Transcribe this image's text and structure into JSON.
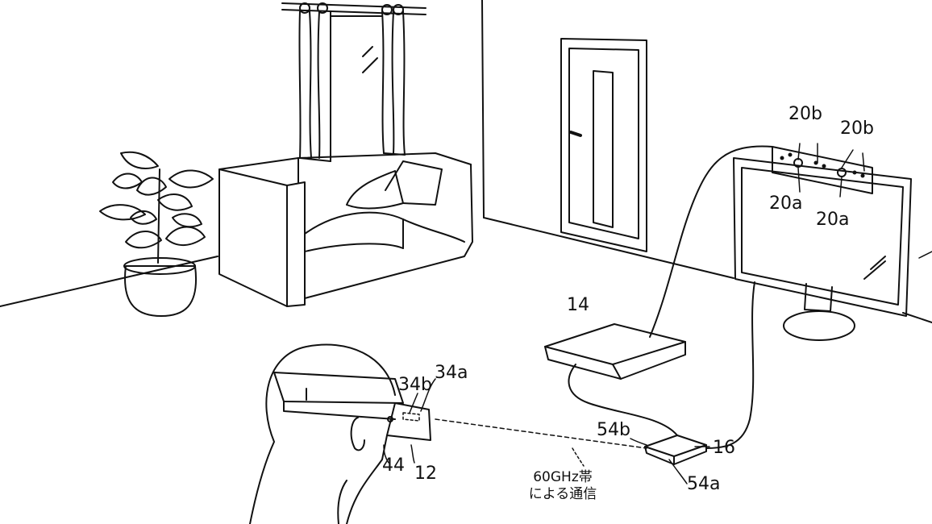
{
  "figure": {
    "labels": {
      "hmd": "12",
      "entertainment_device": "14",
      "relay_device": "16",
      "camera_lens": "20a",
      "camera_lens_2": "20a",
      "microphone": "20b",
      "microphone_2": "20b",
      "hmd_part_34a": "34a",
      "hmd_part_34b": "34b",
      "hmd_part_44": "44",
      "relay_part_54a": "54a",
      "relay_part_54b": "54b"
    },
    "communication_note": {
      "line1": "60GHz帯",
      "line2": "による通信"
    }
  },
  "colors": {
    "ink": "#111111",
    "background": "#ffffff"
  }
}
